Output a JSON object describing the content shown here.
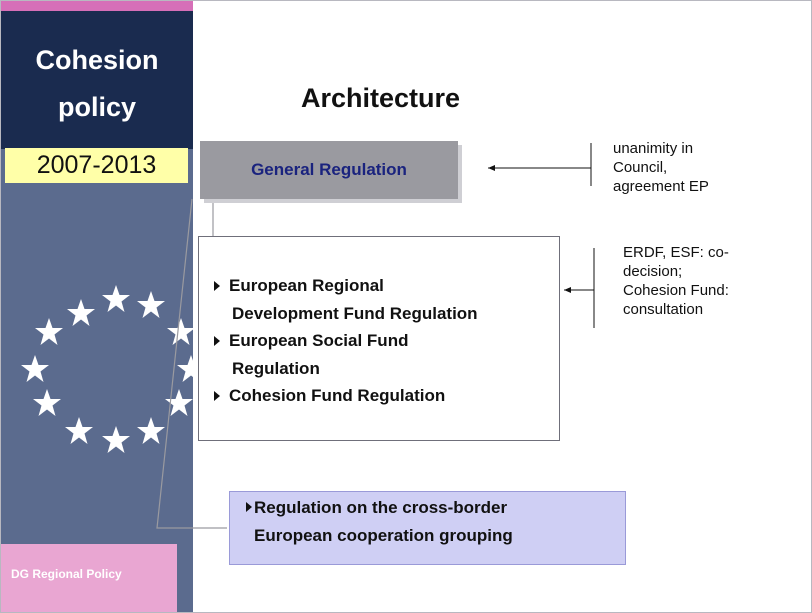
{
  "sidebar": {
    "title_line1": "Cohesion",
    "title_line2": "policy",
    "years": "2007-2013",
    "footer": "DG Regional Policy"
  },
  "main": {
    "title": "Architecture",
    "general_regulation": "General Regulation",
    "fund_items": [
      {
        "line1": "European Regional",
        "line2": "Development Fund Regulation"
      },
      {
        "line1": "European Social Fund",
        "line2": "Regulation"
      },
      {
        "line1": "Cohesion Fund Regulation"
      }
    ],
    "cross_border": {
      "line1": "Regulation on the cross-border",
      "line2": "European cooperation grouping"
    }
  },
  "notes": {
    "general": [
      "unanimity in",
      "Council,",
      "agreement EP"
    ],
    "funds": [
      "ERDF, ESF: co-",
      "decision;",
      "Cohesion Fund:",
      "consultation"
    ]
  },
  "colors": {
    "navy": "#1a2b4f",
    "sidebar_blue": "#5b6b8e",
    "pink": "#d66fb8",
    "years_bg": "#ffffa8",
    "general_box": "#9a9aa0",
    "general_text": "#1a237e",
    "cross_border_box": "#cfcff4"
  }
}
